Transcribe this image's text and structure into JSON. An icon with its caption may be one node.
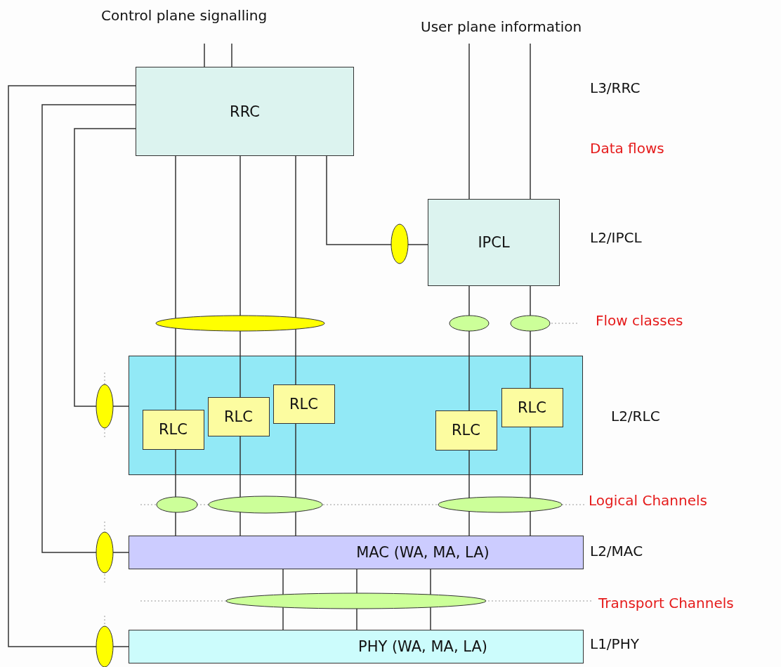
{
  "diagram": {
    "nodes": [
      {
        "text": [
          "RRC"
        ]
      },
      {
        "text": [
          "IPCL"
        ]
      },
      {
        "text": [],
        "shape": "box"
      },
      {
        "text": [
          "RLC"
        ],
        "in": 2
      },
      {
        "text": [
          "RLC"
        ],
        "in": 2
      },
      {
        "text": [
          "RLC"
        ],
        "in": 2
      },
      {
        "text": [
          "RLC"
        ],
        "in": 2
      },
      {
        "text": [
          "RLC"
        ],
        "in": 2
      },
      {
        "text": [
          "MAC (WA, MA, LA)"
        ]
      },
      {
        "text": [
          "PHY (WA, MA, LA)"
        ]
      }
    ],
    "edges": [
      {
        "from": null,
        "to": 0,
        "arrow": "none"
      },
      {
        "from": null,
        "to": 0,
        "arrow": "none"
      },
      {
        "from": null,
        "to": 1,
        "arrow": "none"
      },
      {
        "from": null,
        "to": 1,
        "arrow": "none"
      },
      {
        "from": 0,
        "to": 1,
        "arrow": "none"
      },
      {
        "from": 0,
        "to": 3,
        "arrow": "none"
      },
      {
        "from": 0,
        "to": 4,
        "arrow": "none"
      },
      {
        "from": 0,
        "to": 5,
        "arrow": "none"
      },
      {
        "from": 1,
        "to": 6,
        "arrow": "none"
      },
      {
        "from": 1,
        "to": 7,
        "arrow": "none"
      },
      {
        "from": 0,
        "to": 2,
        "arrow": "none"
      },
      {
        "from": 0,
        "to": 8,
        "arrow": "none"
      },
      {
        "from": 0,
        "to": 9,
        "arrow": "none"
      },
      {
        "from": 3,
        "to": 8,
        "arrow": "none"
      },
      {
        "from": 4,
        "to": 8,
        "arrow": "none"
      },
      {
        "from": 5,
        "to": 8,
        "arrow": "none"
      },
      {
        "from": 6,
        "to": 8,
        "arrow": "none"
      },
      {
        "from": 7,
        "to": 8,
        "arrow": "none"
      },
      {
        "from": 8,
        "to": 9,
        "arrow": "none"
      },
      {
        "from": 8,
        "to": 9,
        "arrow": "none"
      },
      {
        "from": 8,
        "to": 9,
        "arrow": "none"
      }
    ],
    "labels": [
      "Control plane signalling",
      "User plane information",
      "L3/RRC",
      "Data flows",
      "L2/IPCL",
      "Flow classes",
      "L2/RLC",
      "Logical Channels",
      "L2/MAC",
      "Transport Channels",
      "L1/PHY"
    ]
  }
}
